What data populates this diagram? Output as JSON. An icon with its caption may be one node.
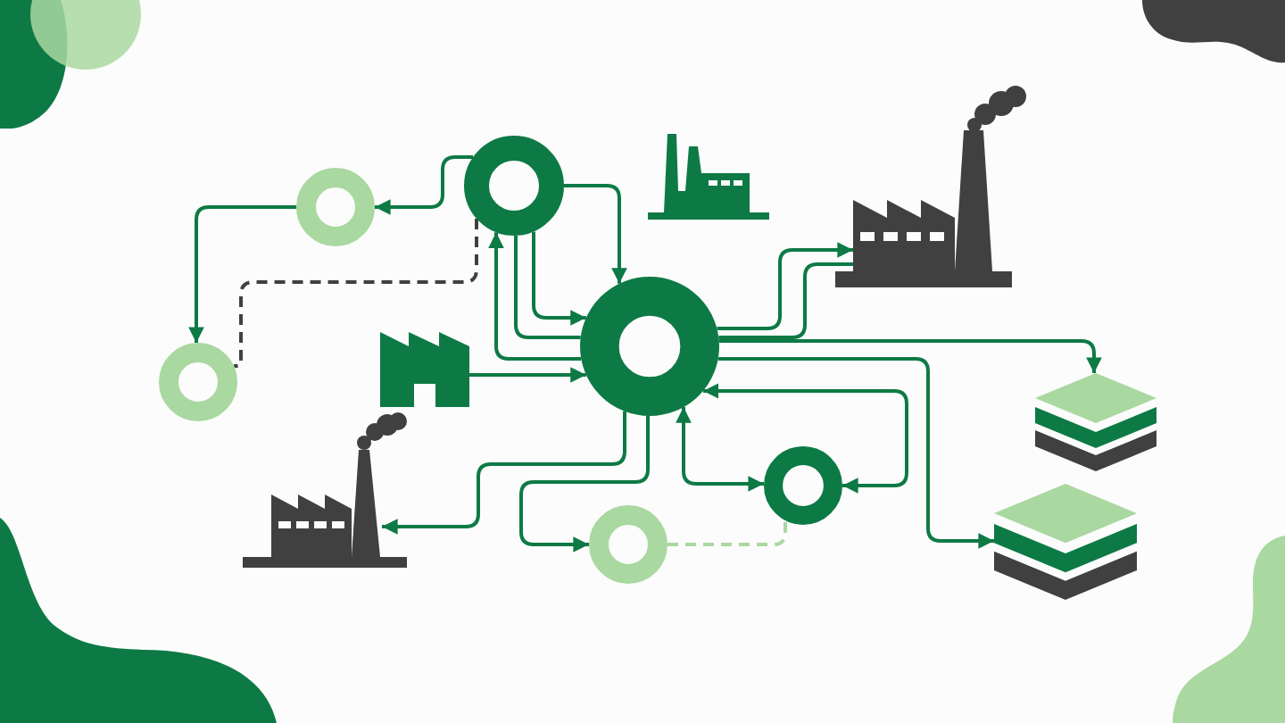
{
  "diagram": {
    "nodes": [
      {
        "text": [],
        "shape": "ring"
      },
      {
        "text": [],
        "shape": "ring"
      },
      {
        "text": [],
        "shape": "factory"
      },
      {
        "text": [],
        "shape": "factory"
      },
      {
        "text": [],
        "shape": "ring"
      },
      {
        "text": [],
        "shape": "factory"
      },
      {
        "text": [],
        "shape": "ring"
      },
      {
        "text": [],
        "shape": "stack"
      },
      {
        "text": [],
        "shape": "factory"
      },
      {
        "text": [],
        "shape": "ring"
      },
      {
        "text": [],
        "shape": "ring"
      },
      {
        "text": [],
        "shape": "stack"
      }
    ],
    "edges": [
      {
        "from": 0,
        "to": 1,
        "arrow": "to"
      },
      {
        "from": 1,
        "to": 4,
        "arrow": "to"
      },
      {
        "from": 0,
        "to": 4,
        "arrow": "none",
        "style": "dashed",
        "color": "#404040"
      },
      {
        "from": 0,
        "to": 6,
        "arrow": "to"
      },
      {
        "from": 0,
        "to": 6,
        "arrow": "to"
      },
      {
        "from": 0,
        "to": 6,
        "arrow": "none"
      },
      {
        "from": 6,
        "to": 0,
        "arrow": "to"
      },
      {
        "from": 5,
        "to": 6,
        "arrow": "to"
      },
      {
        "from": 6,
        "to": 3,
        "arrow": "to"
      },
      {
        "from": 6,
        "to": 3,
        "arrow": "none"
      },
      {
        "from": 6,
        "to": 7,
        "arrow": "to"
      },
      {
        "from": 6,
        "to": 11,
        "arrow": "to"
      },
      {
        "from": 6,
        "to": 9,
        "arrow": "both"
      },
      {
        "from": 6,
        "to": 9,
        "arrow": "both"
      },
      {
        "from": 10,
        "to": 9,
        "arrow": "none",
        "style": "dashed",
        "color": "#a9d8a0"
      },
      {
        "from": 6,
        "to": 8,
        "arrow": "to"
      },
      {
        "from": 6,
        "to": 10,
        "arrow": "to"
      }
    ]
  }
}
